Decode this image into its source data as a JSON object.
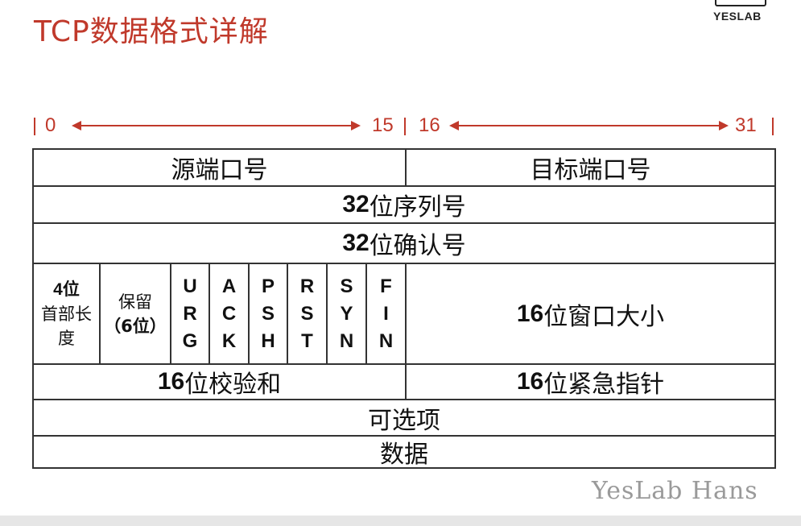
{
  "title": "TCP数据格式详解",
  "logo": "YESLAB",
  "ruler": {
    "left_start": "0",
    "left_end": "15",
    "right_start": "16",
    "right_end": "31"
  },
  "rows": {
    "src_port": "源端口号",
    "dst_port": "目标端口号",
    "seq": {
      "num": "32",
      "text": "位序列号"
    },
    "ack": {
      "num": "32",
      "text": "位确认号"
    },
    "header_len": [
      "4位",
      "首部长",
      "度"
    ],
    "reserved": [
      "保留",
      "（6位）"
    ],
    "flags": [
      [
        "U",
        "R",
        "G"
      ],
      [
        "A",
        "C",
        "K"
      ],
      [
        "P",
        "S",
        "H"
      ],
      [
        "R",
        "S",
        "T"
      ],
      [
        "S",
        "Y",
        "N"
      ],
      [
        "F",
        "I",
        "N"
      ]
    ],
    "window": {
      "num": "16",
      "text": "位窗口大小"
    },
    "checksum": {
      "num": "16",
      "text": "位校验和"
    },
    "urgent": {
      "num": "16",
      "text": "位紧急指针"
    },
    "options": "可选项",
    "data": "数据"
  },
  "watermark": "YesLab Hans",
  "colors": {
    "accent": "#c0392b",
    "border": "#333333"
  }
}
